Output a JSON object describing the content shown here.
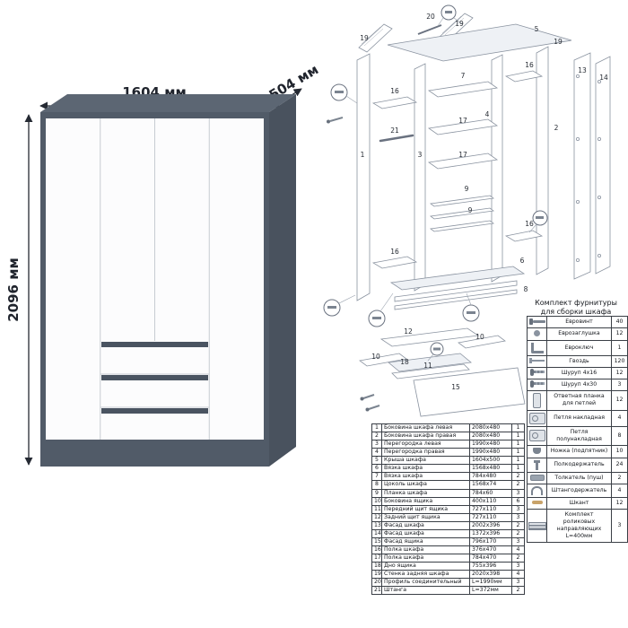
{
  "front_view": {
    "width_label": "1604 мм",
    "depth_label": "504 мм",
    "height_label": "2096 мм"
  },
  "exploded": {
    "callouts": [
      "19",
      "20",
      "19",
      "5",
      "16",
      "7",
      "16",
      "2",
      "4",
      "3",
      "1",
      "17",
      "17",
      "21",
      "9",
      "9",
      "6",
      "8",
      "16",
      "16",
      "13",
      "14",
      "19"
    ]
  },
  "drawer_view": {
    "callouts": [
      "12",
      "10",
      "10",
      "18",
      "11",
      "15"
    ]
  },
  "parts": {
    "rows": [
      {
        "num": "1",
        "name": "Боковина шкафа левая",
        "size": "2080x480",
        "qty": "1"
      },
      {
        "num": "2",
        "name": "Боковина шкафа правая",
        "size": "2080x480",
        "qty": "1"
      },
      {
        "num": "3",
        "name": "Перегородка левая",
        "size": "1990x480",
        "qty": "1"
      },
      {
        "num": "4",
        "name": "Перегородка правая",
        "size": "1990x480",
        "qty": "1"
      },
      {
        "num": "5",
        "name": "Крыша шкафа",
        "size": "1604x500",
        "qty": "1"
      },
      {
        "num": "6",
        "name": "Вязка шкафа",
        "size": "1568x480",
        "qty": "1"
      },
      {
        "num": "7",
        "name": "Вязка шкафа",
        "size": "784x480",
        "qty": "2"
      },
      {
        "num": "8",
        "name": "Цоколь шкафа",
        "size": "1568x74",
        "qty": "2"
      },
      {
        "num": "9",
        "name": "Планка шкафа",
        "size": "784x60",
        "qty": "3"
      },
      {
        "num": "10",
        "name": "Боковина ящика",
        "size": "400x110",
        "qty": "6"
      },
      {
        "num": "11",
        "name": "Передний щит ящика",
        "size": "727x110",
        "qty": "3"
      },
      {
        "num": "12",
        "name": "Задний щит ящика",
        "size": "727x110",
        "qty": "3"
      },
      {
        "num": "13",
        "name": "Фасад шкафа",
        "size": "2002x396",
        "qty": "2"
      },
      {
        "num": "14",
        "name": "Фасад шкафа",
        "size": "1372x396",
        "qty": "2"
      },
      {
        "num": "15",
        "name": "Фасад ящика",
        "size": "796x170",
        "qty": "3"
      },
      {
        "num": "16",
        "name": "Полка шкафа",
        "size": "376x470",
        "qty": "4"
      },
      {
        "num": "17",
        "name": "Полка шкафа",
        "size": "784x470",
        "qty": "2"
      },
      {
        "num": "18",
        "name": "Дно ящика",
        "size": "755x396",
        "qty": "3"
      },
      {
        "num": "19",
        "name": "Стенка задняя шкафа",
        "size": "2020x398",
        "qty": "4"
      },
      {
        "num": "20",
        "name": "Профиль соединительный",
        "size": "L=1990мм",
        "qty": "3"
      },
      {
        "num": "21",
        "name": "Штанга",
        "size": "L=372мм",
        "qty": "2"
      }
    ]
  },
  "hardware": {
    "title_line1": "Комплект фурнитуры",
    "title_line2": "для сборки шкафа",
    "rows": [
      {
        "icon": "confirmat-screw-icon",
        "name": "Евровинт",
        "qty": "40"
      },
      {
        "icon": "euro-cap-icon",
        "name": "Еврозаглушка",
        "qty": "12"
      },
      {
        "icon": "hex-key-icon",
        "name": "Евроключ",
        "qty": "1"
      },
      {
        "icon": "nail-icon",
        "name": "Гвоздь",
        "qty": "120"
      },
      {
        "icon": "screw-4x16-icon",
        "name": "Шуруп 4x16",
        "qty": "12"
      },
      {
        "icon": "screw-4x30-icon",
        "name": "Шуруп 4x30",
        "qty": "3"
      },
      {
        "icon": "hinge-strike-plate-icon",
        "name": "Ответная планка для петлей",
        "qty": "12"
      },
      {
        "icon": "overlay-hinge-icon",
        "name": "Петля накладная",
        "qty": "4"
      },
      {
        "icon": "half-overlay-hinge-icon",
        "name": "Петля полунакладная",
        "qty": "8"
      },
      {
        "icon": "furniture-foot-icon",
        "name": "Ножка (подпятник)",
        "qty": "10"
      },
      {
        "icon": "shelf-support-icon",
        "name": "Полкодержатель",
        "qty": "24"
      },
      {
        "icon": "push-latch-icon",
        "name": "Толкатель (пуш)",
        "qty": "2"
      },
      {
        "icon": "rod-holder-icon",
        "name": "Штангодержатель",
        "qty": "4"
      },
      {
        "icon": "wooden-dowel-icon",
        "name": "Шкант",
        "qty": "12"
      },
      {
        "icon": "roller-guides-icon",
        "name": "Комплект роликовых направляющих L=400мм",
        "qty": "3"
      }
    ]
  }
}
